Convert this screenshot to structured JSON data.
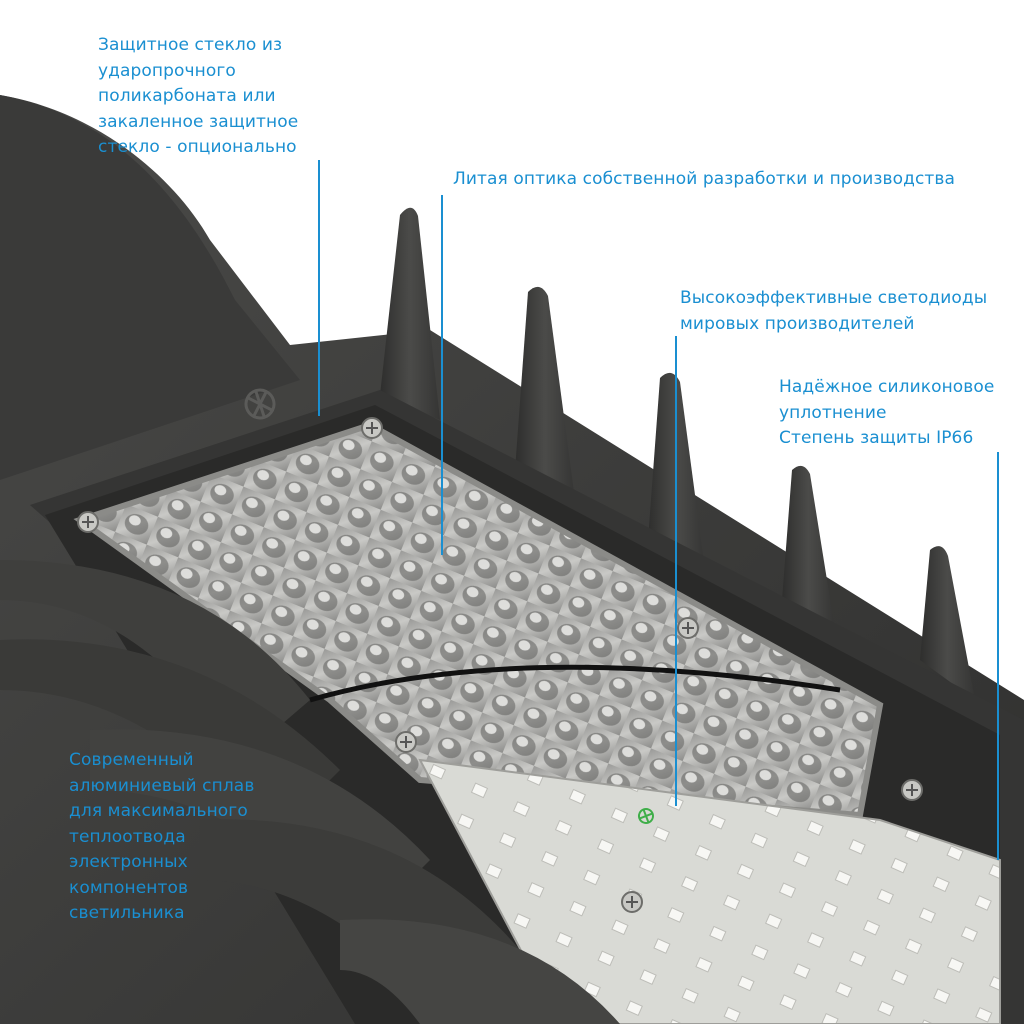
{
  "callouts": {
    "glass": {
      "lines": [
        "Защитное стекло из",
        "ударопрочного",
        "поликарбоната или",
        "закаленное защитное",
        "стекло - опционально"
      ]
    },
    "optics": {
      "lines": [
        "Литая оптика собственной разработки и производства"
      ]
    },
    "leds": {
      "lines": [
        "Высокоэффективные светодиоды",
        "мировых производителей"
      ]
    },
    "seal": {
      "lines": [
        "Надёжное силиконовое",
        "уплотнение",
        "Степень защиты IP66"
      ]
    },
    "alloy": {
      "lines": [
        "Современный",
        "алюминиевый сплав",
        "для максимального",
        "теплоотвода",
        "электронных",
        "компонентов",
        "светильника"
      ]
    }
  },
  "colors": {
    "accent": "#1a8fd1",
    "housing": "#3d3d3b",
    "led_board": "#d9dad5",
    "led_chip": "#f4f4f1"
  },
  "icons": [
    "brand-logo-icon",
    "screw-icon"
  ]
}
